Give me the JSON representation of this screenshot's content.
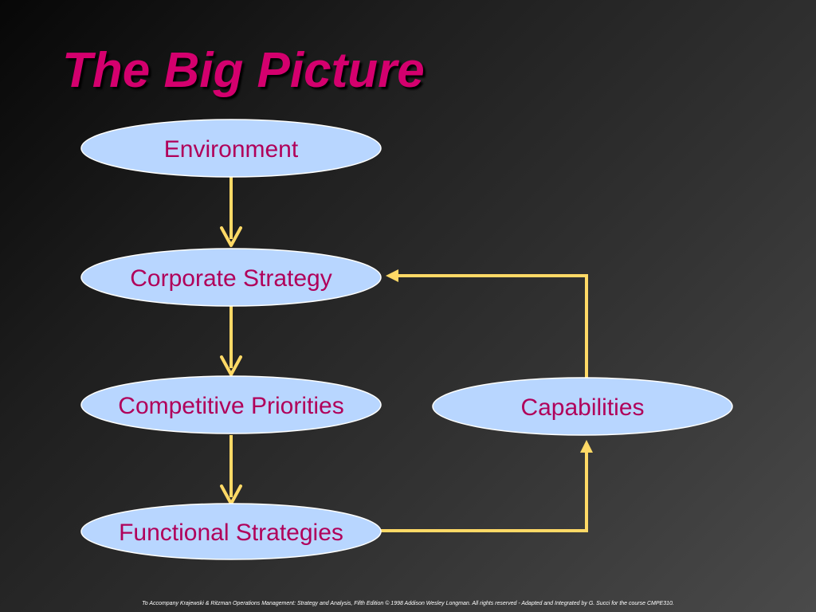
{
  "slide": {
    "title": "The Big Picture",
    "footer": "To Accompany Krajewski & Ritzman Operations Management: Strategy and Analysis, Fifth Edition © 1998 Addison Wesley Longman. All rights reserved - Adapted and Integrated by G. Succi for the course CMPE310."
  },
  "colors": {
    "title": "#D4006E",
    "node_fill": "#B8D6FF",
    "node_stroke": "#FFFFFF",
    "node_text": "#B0005A",
    "arrow": "#FFD966"
  },
  "diagram": {
    "nodes": [
      {
        "id": "environment",
        "label": "Environment"
      },
      {
        "id": "corporate-strategy",
        "label": "Corporate Strategy"
      },
      {
        "id": "competitive-priorities",
        "label": "Competitive Priorities"
      },
      {
        "id": "functional-strategies",
        "label": "Functional Strategies"
      },
      {
        "id": "capabilities",
        "label": "Capabilities"
      }
    ],
    "edges": [
      {
        "from": "environment",
        "to": "corporate-strategy"
      },
      {
        "from": "corporate-strategy",
        "to": "competitive-priorities"
      },
      {
        "from": "competitive-priorities",
        "to": "functional-strategies"
      },
      {
        "from": "functional-strategies",
        "to": "capabilities"
      },
      {
        "from": "capabilities",
        "to": "corporate-strategy"
      }
    ]
  }
}
